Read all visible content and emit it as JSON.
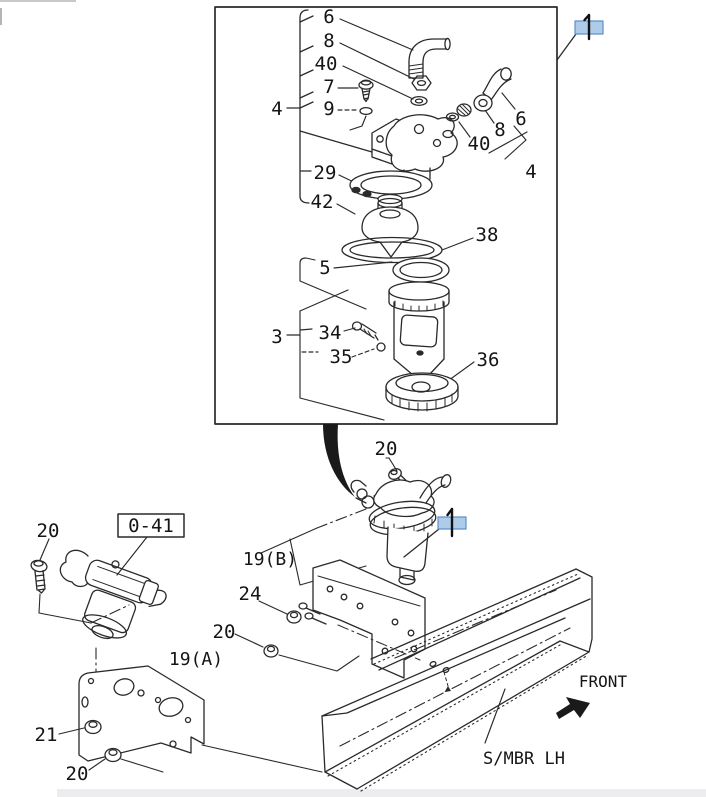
{
  "page": {
    "background": "#ffffff"
  },
  "diagram": {
    "kind": "parts-exploded-diagram",
    "line_color": "#2a2a2a",
    "highlight": {
      "fill": "#aecbea",
      "border": "#5e8fc9"
    },
    "exploded_view": {
      "callouts": {
        "c6": "6",
        "c8": "8",
        "c40": "40",
        "c7": "7",
        "c9": "9",
        "c4": "4",
        "c29": "29",
        "c42": "42",
        "c5": "5",
        "c38": "38",
        "c3": "3",
        "c34": "34",
        "c35": "35",
        "c36": "36",
        "r6": "6",
        "r8": "8",
        "r40": "40",
        "r4": "4"
      },
      "highlight_ref": "1"
    },
    "installation_view": {
      "callouts": {
        "bolt20_top": "20",
        "bolt20_left": "20",
        "nut20_mid": "20",
        "nut20_bottom": "20",
        "bracket_a": "19(A)",
        "bracket_b": "19(B)",
        "nut24": "24",
        "nut21": "21"
      },
      "ref_box": "0-41",
      "highlight_ref": "1",
      "front_label": "FRONT",
      "side_member_label": "S/MBR LH"
    }
  }
}
